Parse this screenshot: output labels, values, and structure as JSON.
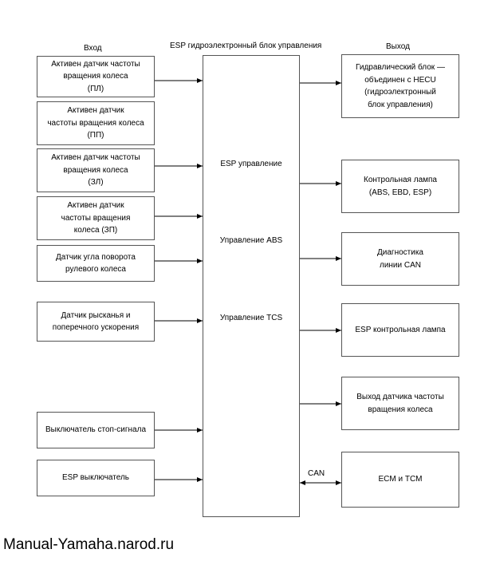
{
  "headers": {
    "input": "Вход",
    "center": "ESP гидроэлектронный блок управления",
    "output": "Выход"
  },
  "inputs": [
    "Активен датчик частоты\nвращения колеса\n(ПЛ)",
    "Активен датчик\nчастоты вращения колеса\n(ПП)",
    "Активен датчик частоты\nвращения колеса\n(ЗЛ)",
    "Активен датчик\nчастоты вращения\nколеса (ЗП)",
    "Датчик угла поворота\nрулевого колеса",
    "Датчик рысканья и\nпоперечного ускорения",
    "Выключатель стоп-сигнала",
    "ESP выключатель"
  ],
  "center_labels": [
    "ESP управление",
    "Управление ABS",
    "Управление TCS"
  ],
  "outputs": [
    "Гидравлический блок —\nобъединен с HECU\n(гидроэлектронный\nблок управления)",
    "Контрольная лампа\n(ABS, EBD, ESP)",
    "Диагностика\nлинии CAN",
    "ESP контрольная лампа",
    "Выход датчика частоты\nвращения колеса",
    "ECM и TCM"
  ],
  "can_label": "CAN",
  "watermark": "Manual-Yamaha.narod.ru"
}
